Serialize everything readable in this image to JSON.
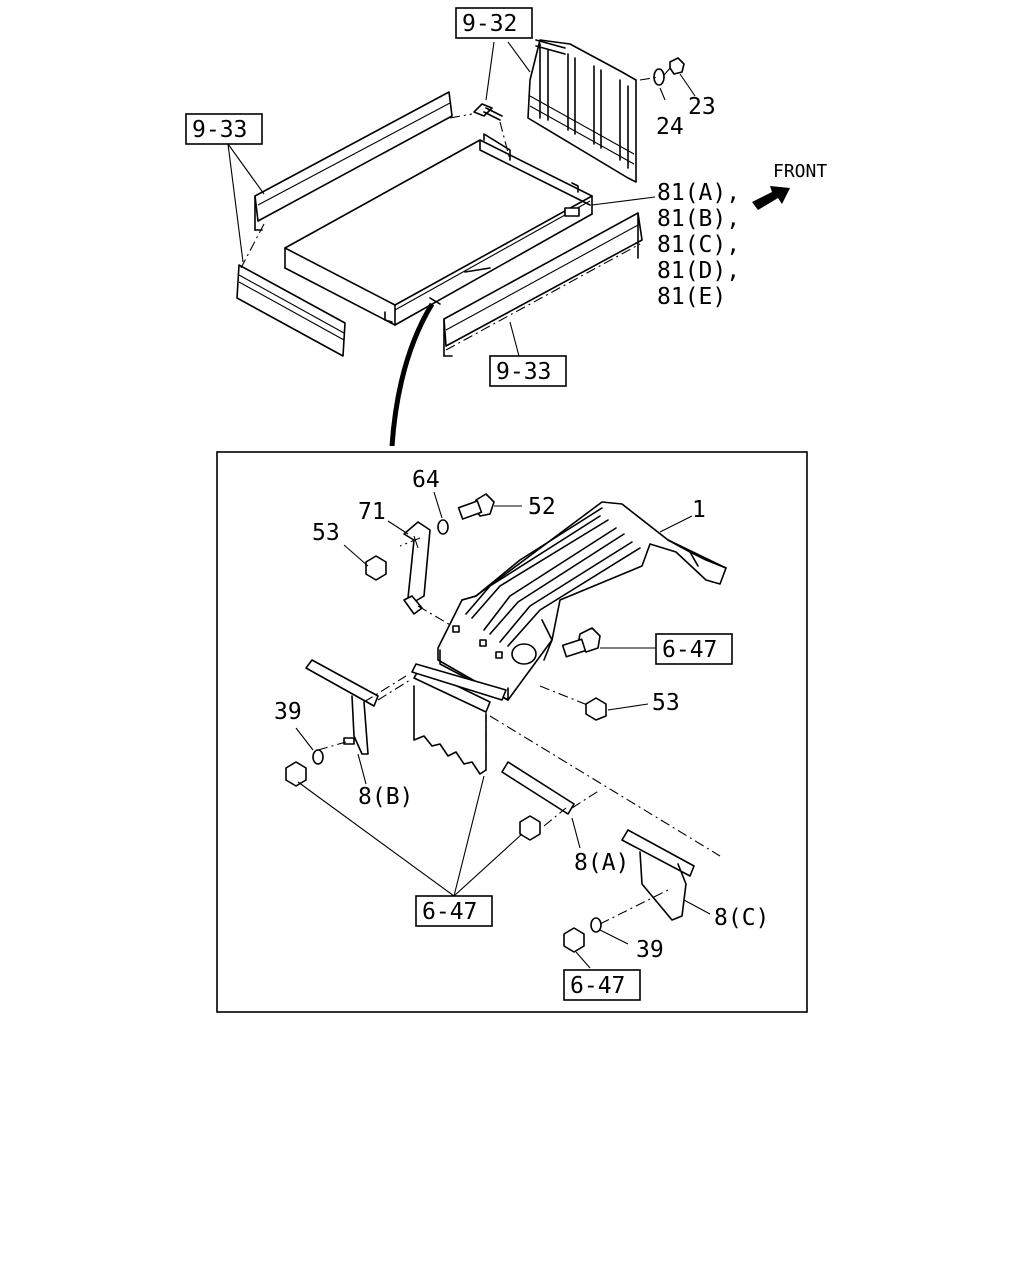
{
  "direction": {
    "label": "FRONT",
    "icon": "front-arrow-icon"
  },
  "ref_boxes": {
    "top_headboard": "9-32",
    "top_left_panel": "9-33",
    "top_right_panel": "9-33",
    "detail_bolt": "6-47",
    "detail_center": "6-47",
    "detail_bottom": "6-47"
  },
  "part_numbers": {
    "p23": "23",
    "p24": "24",
    "p81a": "81(A),",
    "p81b": "81(B),",
    "p81c": "81(C),",
    "p81d": "81(D),",
    "p81e": "81(E)",
    "p64": "64",
    "p52": "52",
    "p71": "71",
    "p53_top": "53",
    "p1": "1",
    "p53_bottom": "53",
    "p39_left": "39",
    "p8b": "8(B)",
    "p8a": "8(A)",
    "p8c": "8(C)",
    "p39_right": "39"
  }
}
